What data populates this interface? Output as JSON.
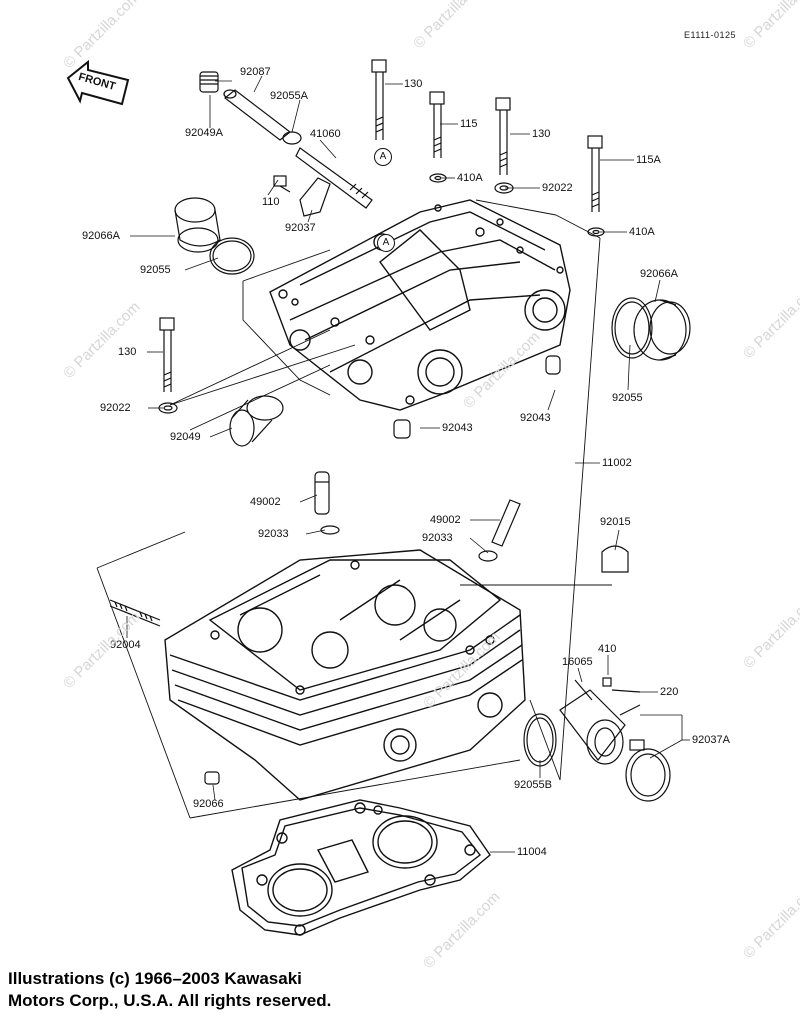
{
  "diagram_code": "E1111-0125",
  "front_label": "FRONT",
  "watermark": "© Partzilla.com",
  "copyright_line1": "Illustrations (c) 1966–2003 Kawasaki",
  "copyright_line2": "Motors Corp., U.S.A.  All rights reserved.",
  "circle_marker": "A",
  "labels": {
    "p92087": "92087",
    "p92055A": "92055A",
    "p92049A": "92049A",
    "p130a": "130",
    "p115": "115",
    "p130b": "130",
    "p41060": "41060",
    "p410A_a": "410A",
    "p92022_a": "92022",
    "p115A": "115A",
    "p410A_b": "410A",
    "p110": "110",
    "p92037": "92037",
    "p92066A_a": "92066A",
    "p92055_a": "92055",
    "p92066A_b": "92066A",
    "p130c": "130",
    "p92022_b": "92022",
    "p92049": "92049",
    "p92043_a": "92043",
    "p92043_b": "92043",
    "p92055_b": "92055",
    "p11002": "11002",
    "p49002_a": "49002",
    "p92033_a": "92033",
    "p49002_b": "49002",
    "p92033_b": "92033",
    "p92015": "92015",
    "p92004": "92004",
    "p410": "410",
    "p16065": "16065",
    "p220": "220",
    "p92037A": "92037A",
    "p92066": "92066",
    "p92055B": "92055B",
    "p11004": "11004"
  }
}
